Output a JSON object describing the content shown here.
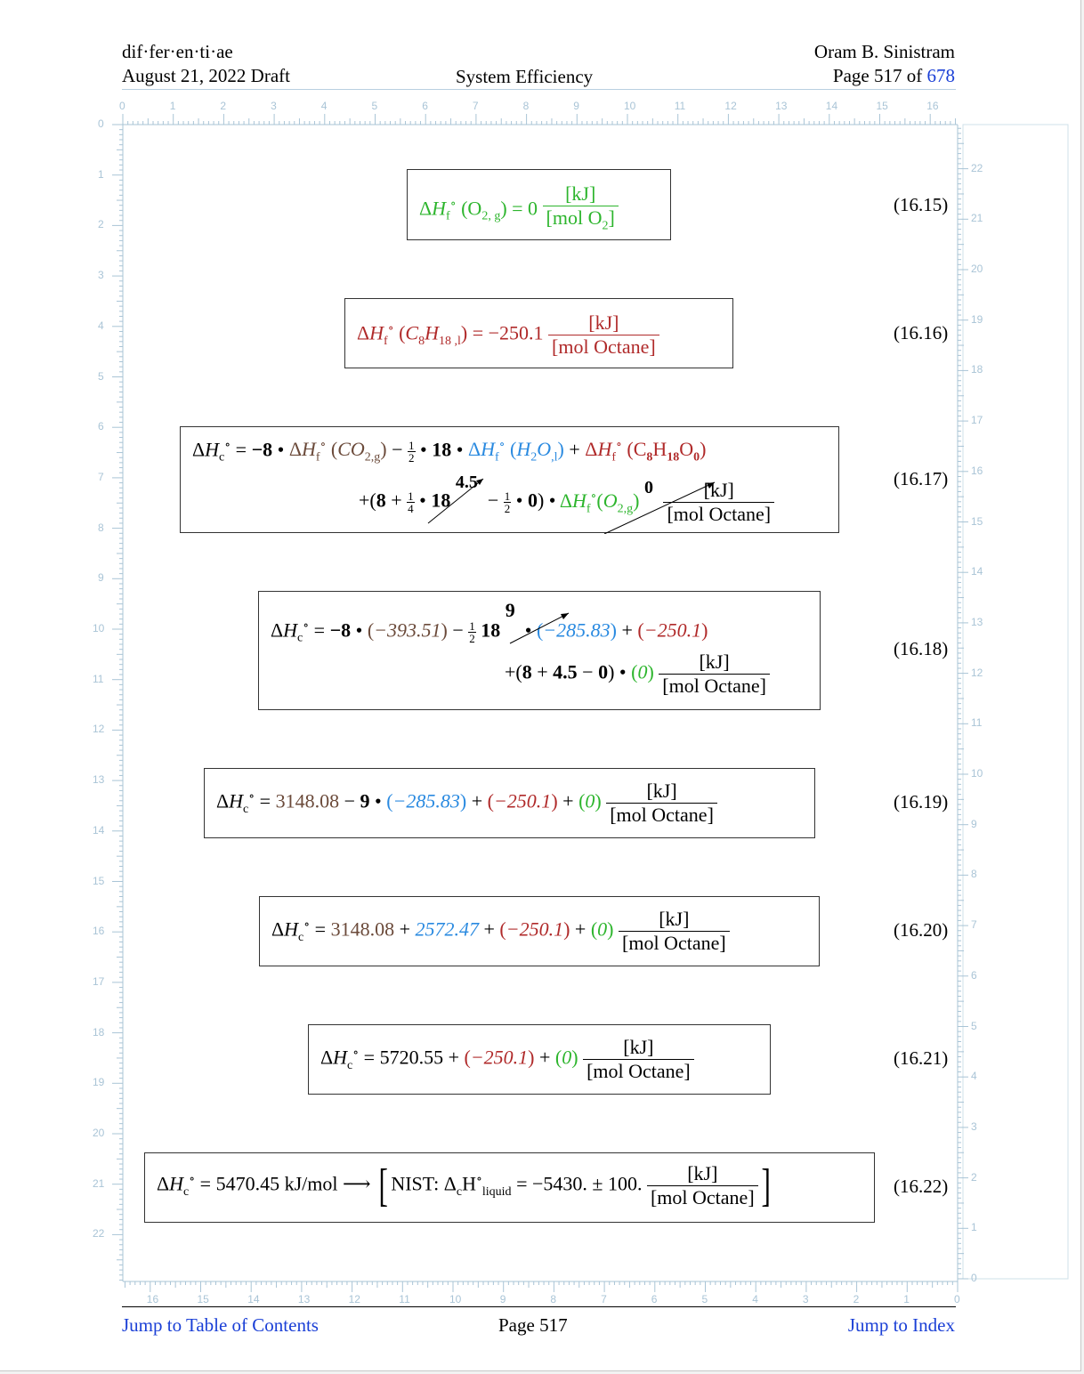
{
  "header": {
    "left_top": "dif·fer·en·ti·ae",
    "left_bottom": "August 21, 2022 Draft",
    "center": "System Efficiency",
    "right_top": "Oram B. Sinistram",
    "page_prefix": "Page 517 of",
    "page_total": "678"
  },
  "footer": {
    "toc_link": "Jump to Table of Contents",
    "page": "Page 517",
    "index_link": "Jump to Index"
  },
  "equations": [
    {
      "number": "(16.15)"
    },
    {
      "number": "(16.16)"
    },
    {
      "number": "(16.17)"
    },
    {
      "number": "(16.18)"
    },
    {
      "number": "(16.19)"
    },
    {
      "number": "(16.20)"
    },
    {
      "number": "(16.21)"
    },
    {
      "number": "(16.22)"
    }
  ],
  "values": {
    "o2_zero": "0",
    "octane_hf": "−250.1",
    "co2_hf": "−393.51",
    "h2o_hf": "−285.83",
    "octane_hf_paren": "−250.1",
    "zero_paren": "0",
    "v16_19_first": "3148.08",
    "v16_20_second": "2572.47",
    "v16_21_first": "5720.55",
    "result": "5470.45 kJ/mol",
    "nist_text": "NIST: Δ",
    "nist_value": "−5430. ± 100."
  },
  "units": {
    "kj": "[kJ]",
    "mol_o2": "[mol O",
    "mol_octane": "[mol Octane]"
  },
  "colors": {
    "green": "#2db52d",
    "red": "#b02a2a",
    "blue": "#2a8ae0",
    "brown": "#6b4a3a",
    "link": "#1a3fd6"
  }
}
